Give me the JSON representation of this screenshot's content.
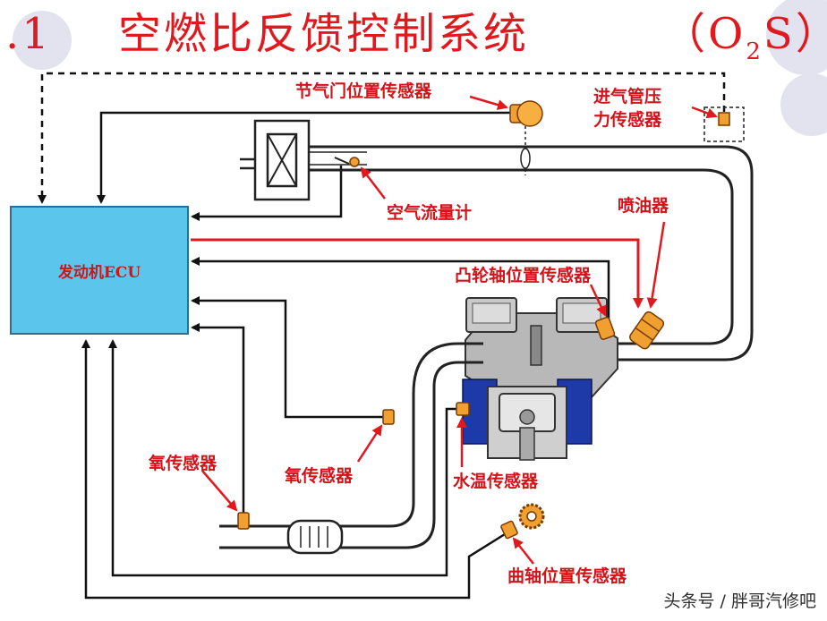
{
  "title": {
    "number": ".1",
    "text": "空燃比反馈控制系统",
    "paren_open": "（O",
    "subscript": "2",
    "paren_close": "S）"
  },
  "ecu_label": "发动机ECU",
  "labels": {
    "throttle_sensor": "节气门位置传感器",
    "map_sensor_line1": "进气管压",
    "map_sensor_line2": "力传感器",
    "air_flow_meter": "空气流量计",
    "injector": "喷油器",
    "cam_sensor": "凸轮轴位置传感器",
    "o2_sensor_rear": "氧传感器",
    "o2_sensor_front": "氧传感器",
    "coolant_sensor": "水温传感器",
    "crank_sensor": "曲轴位置传感器"
  },
  "watermark": "头条号 / 胖哥汽修吧",
  "colors": {
    "title": "#e0191e",
    "labels": "#d0141a",
    "ecu_fill": "#5bc5ec",
    "signal_line": "#111111",
    "control_line": "#e0191e",
    "sensor_body": "#f0a030"
  }
}
